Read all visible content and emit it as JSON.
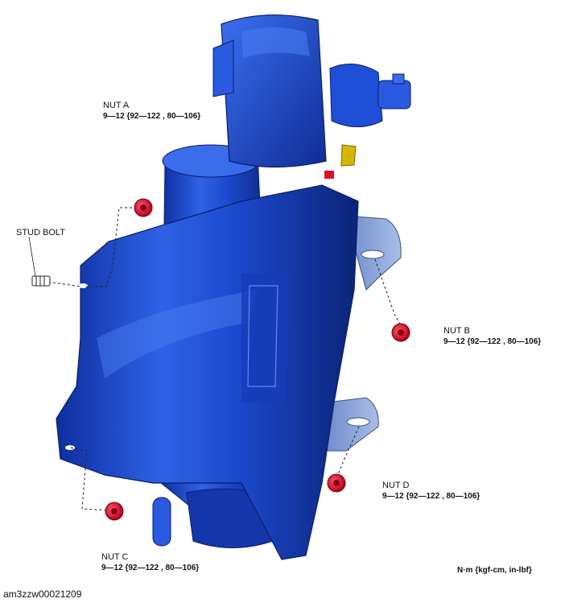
{
  "labels": {
    "nut_a": {
      "name": "NUT A",
      "spec": "9—12 {92—122 , 80—106}"
    },
    "stud_bolt": {
      "name": "STUD BOLT"
    },
    "nut_b": {
      "name": "NUT B",
      "spec": "9—12 {92—122 , 80—106}"
    },
    "nut_c": {
      "name": "NUT C",
      "spec": "9—12 {92—122 , 80—106}"
    },
    "nut_d": {
      "name": "NUT D",
      "spec": "9—12 {92—122 , 80—106}"
    }
  },
  "units_note": "N·m {kgf-cm, in-lbf}",
  "figure_id": "am3zzw00021209",
  "colors": {
    "body": "#1f4fd6",
    "body_dark": "#0f2fa0",
    "body_light": "#5f8cf0",
    "bracket": "#8fa8d8",
    "nut": "#e0102a",
    "accent_yellow": "#d4b800"
  }
}
